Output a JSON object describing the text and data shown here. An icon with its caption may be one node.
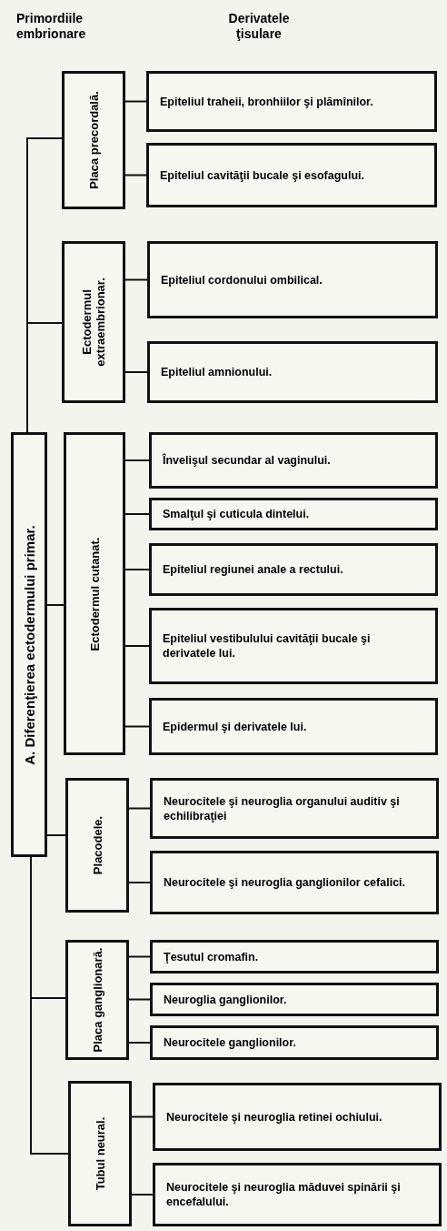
{
  "diagram": {
    "nodes": [
      {
        "text": [
          "A. Diferenţierea ectodermului primar."
        ]
      },
      {
        "text": [
          "Placa precordală."
        ]
      },
      {
        "text": [
          "Epiteliul traheii, bronhiilor şi plămînilor."
        ]
      },
      {
        "text": [
          "Epiteliul cavităţii bucale şi esofagului."
        ]
      },
      {
        "text": [
          "Ectodermul extraembrionar."
        ]
      },
      {
        "text": [
          "Epiteliul cordonului ombilical."
        ]
      },
      {
        "text": [
          "Epiteliul amnionului."
        ]
      },
      {
        "text": [
          "Ectodermul cutanat."
        ]
      },
      {
        "text": [
          "Învelişul secundar al vaginului."
        ]
      },
      {
        "text": [
          "Smalţul şi cuticula dintelui."
        ]
      },
      {
        "text": [
          "Epiteliul regiunei anale a rectului."
        ]
      },
      {
        "text": [
          "Epiteliul vestibulului cavităţii bucale şi derivatele lui."
        ]
      },
      {
        "text": [
          "Epidermul şi derivatele lui."
        ]
      },
      {
        "text": [
          "Placodele."
        ]
      },
      {
        "text": [
          "Neurocitele şi neuroglia organului auditiv şi echilibraţiei"
        ]
      },
      {
        "text": [
          "Neurocitele şi neuroglia ganglionilor cefalici."
        ]
      },
      {
        "text": [
          "Placa ganglionară."
        ]
      },
      {
        "text": [
          "Ţesutul cromafin."
        ]
      },
      {
        "text": [
          "Neuroglia ganglionilor."
        ]
      },
      {
        "text": [
          "Neurocitele ganglionilor."
        ]
      },
      {
        "text": [
          "Tubul neural."
        ]
      },
      {
        "text": [
          "Neurocitele şi neuroglia retinei ochiului."
        ]
      },
      {
        "text": [
          "Neurocitele şi neuroglia măduvei spinării şi encefalului."
        ]
      }
    ],
    "edges": [
      {
        "from": 0,
        "to": 1,
        "arrow": "none"
      },
      {
        "from": 0,
        "to": 4,
        "arrow": "none"
      },
      {
        "from": 0,
        "to": 7,
        "arrow": "none"
      },
      {
        "from": 0,
        "to": 13,
        "arrow": "none"
      },
      {
        "from": 0,
        "to": 16,
        "arrow": "none"
      },
      {
        "from": 0,
        "to": 20,
        "arrow": "none"
      },
      {
        "from": 1,
        "to": 2,
        "arrow": "none"
      },
      {
        "from": 1,
        "to": 3,
        "arrow": "none"
      },
      {
        "from": 4,
        "to": 5,
        "arrow": "none"
      },
      {
        "from": 4,
        "to": 6,
        "arrow": "none"
      },
      {
        "from": 7,
        "to": 8,
        "arrow": "none"
      },
      {
        "from": 7,
        "to": 9,
        "arrow": "none"
      },
      {
        "from": 7,
        "to": 10,
        "arrow": "none"
      },
      {
        "from": 7,
        "to": 11,
        "arrow": "none"
      },
      {
        "from": 7,
        "to": 12,
        "arrow": "none"
      },
      {
        "from": 13,
        "to": 14,
        "arrow": "none"
      },
      {
        "from": 13,
        "to": 15,
        "arrow": "none"
      },
      {
        "from": 16,
        "to": 17,
        "arrow": "none"
      },
      {
        "from": 16,
        "to": 18,
        "arrow": "none"
      },
      {
        "from": 16,
        "to": 19,
        "arrow": "none"
      },
      {
        "from": 20,
        "to": 21,
        "arrow": "none"
      },
      {
        "from": 20,
        "to": 22,
        "arrow": "none"
      }
    ],
    "labels": [
      "Primordiile embrionare",
      "Derivatele ţisulare"
    ]
  }
}
